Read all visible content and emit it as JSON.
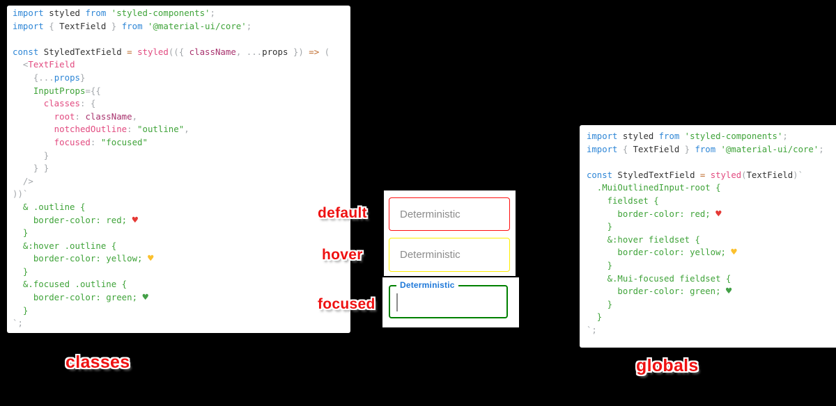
{
  "palette": {
    "background": "#000000",
    "panel_bg": "#ffffff",
    "keyword_blue": "#2e86d6",
    "string_green": "#3fa339",
    "property_pink": "#e24b80",
    "identifier_magenta": "#a8336e",
    "punctuation_gray": "#a3a7ab",
    "operator_orange": "#bf6c2e",
    "sticker_red": "#ee1111",
    "default_border": "red",
    "hover_border": "yellow",
    "focused_border": "green",
    "focused_label_blue": "#1e78d9",
    "placeholder_gray": "#8b8b8b"
  },
  "code_left": {
    "lines": [
      [
        [
          "kw",
          "import"
        ],
        [
          "blk",
          " styled "
        ],
        [
          "kw",
          "from"
        ],
        [
          "str",
          " 'styled-components'"
        ],
        [
          "gray",
          ";"
        ]
      ],
      [
        [
          "kw",
          "import"
        ],
        [
          "gray",
          " { "
        ],
        [
          "blk",
          "TextField"
        ],
        [
          "gray",
          " } "
        ],
        [
          "kw",
          "from"
        ],
        [
          "str",
          " '@material-ui/core'"
        ],
        [
          "gray",
          ";"
        ]
      ],
      [],
      [
        [
          "kw",
          "const"
        ],
        [
          "blk",
          " StyledTextField "
        ],
        [
          "or",
          "="
        ],
        [
          "pink",
          " styled"
        ],
        [
          "gray",
          "(({ "
        ],
        [
          "mag",
          "className"
        ],
        [
          "gray",
          ", ..."
        ],
        [
          "blk",
          "props"
        ],
        [
          "gray",
          " }) "
        ],
        [
          "or",
          "=>"
        ],
        [
          "gray",
          " ("
        ]
      ],
      [
        [
          "gray",
          "  <"
        ],
        [
          "pink",
          "TextField"
        ]
      ],
      [
        [
          "gray",
          "    {..."
        ],
        [
          "kw",
          "props"
        ],
        [
          "gray",
          "}"
        ]
      ],
      [
        [
          "css",
          "    InputProps"
        ],
        [
          "gray",
          "={{"
        ]
      ],
      [
        [
          "pink",
          "      classes"
        ],
        [
          "gray",
          ": {"
        ]
      ],
      [
        [
          "pink",
          "        root"
        ],
        [
          "gray",
          ": "
        ],
        [
          "mag",
          "className"
        ],
        [
          "gray",
          ","
        ]
      ],
      [
        [
          "pink",
          "        notchedOutline"
        ],
        [
          "gray",
          ": "
        ],
        [
          "str",
          "\"outline\""
        ],
        [
          "gray",
          ","
        ]
      ],
      [
        [
          "pink",
          "        focused"
        ],
        [
          "gray",
          ": "
        ],
        [
          "str",
          "\"focused\""
        ]
      ],
      [
        [
          "gray",
          "      }"
        ]
      ],
      [
        [
          "gray",
          "    } }"
        ]
      ],
      [
        [
          "gray",
          "  />"
        ]
      ],
      [
        [
          "gray",
          "))`"
        ]
      ],
      [
        [
          "css",
          "  & .outline {"
        ]
      ],
      [
        [
          "css",
          "    border-color: red; "
        ],
        [
          "hr",
          "♥"
        ]
      ],
      [
        [
          "css",
          "  }"
        ]
      ],
      [
        [
          "css",
          "  &:hover .outline {"
        ]
      ],
      [
        [
          "css",
          "    border-color: yellow; "
        ],
        [
          "hy",
          "♥"
        ]
      ],
      [
        [
          "css",
          "  }"
        ]
      ],
      [
        [
          "css",
          "  &.focused .outline {"
        ]
      ],
      [
        [
          "css",
          "    border-color: green; "
        ],
        [
          "hg",
          "♥"
        ]
      ],
      [
        [
          "css",
          "  }"
        ]
      ],
      [
        [
          "gray",
          "`;"
        ]
      ]
    ]
  },
  "code_right": {
    "lines": [
      [
        [
          "kw",
          "import"
        ],
        [
          "blk",
          " styled "
        ],
        [
          "kw",
          "from"
        ],
        [
          "str",
          " 'styled-components'"
        ],
        [
          "gray",
          ";"
        ]
      ],
      [
        [
          "kw",
          "import"
        ],
        [
          "gray",
          " { "
        ],
        [
          "blk",
          "TextField"
        ],
        [
          "gray",
          " } "
        ],
        [
          "kw",
          "from"
        ],
        [
          "str",
          " '@material-ui/core'"
        ],
        [
          "gray",
          ";"
        ]
      ],
      [],
      [
        [
          "kw",
          "const"
        ],
        [
          "blk",
          " StyledTextField "
        ],
        [
          "or",
          "="
        ],
        [
          "pink",
          " styled"
        ],
        [
          "gray",
          "("
        ],
        [
          "blk",
          "TextField"
        ],
        [
          "gray",
          ")`"
        ]
      ],
      [
        [
          "css",
          "  .MuiOutlinedInput-root {"
        ]
      ],
      [
        [
          "css",
          "    fieldset {"
        ]
      ],
      [
        [
          "css",
          "      border-color: red; "
        ],
        [
          "hr",
          "♥"
        ]
      ],
      [
        [
          "css",
          "    }"
        ]
      ],
      [
        [
          "css",
          "    &:hover fieldset {"
        ]
      ],
      [
        [
          "css",
          "      border-color: yellow; "
        ],
        [
          "hy",
          "♥"
        ]
      ],
      [
        [
          "css",
          "    }"
        ]
      ],
      [
        [
          "css",
          "    &.Mui-focused fieldset {"
        ]
      ],
      [
        [
          "css",
          "      border-color: green; "
        ],
        [
          "hg",
          "♥"
        ]
      ],
      [
        [
          "css",
          "    }"
        ]
      ],
      [
        [
          "css",
          "  }"
        ]
      ],
      [
        [
          "gray",
          "`;"
        ]
      ]
    ]
  },
  "fields": {
    "default": {
      "placeholder": "Deterministic"
    },
    "hover": {
      "placeholder": "Deterministic"
    },
    "focused": {
      "float_label": "Deterministic",
      "value": ""
    }
  },
  "annotations": {
    "default": "default",
    "hover": "hover",
    "focused": "focused",
    "left_caption": "classes",
    "right_caption": "globals"
  }
}
